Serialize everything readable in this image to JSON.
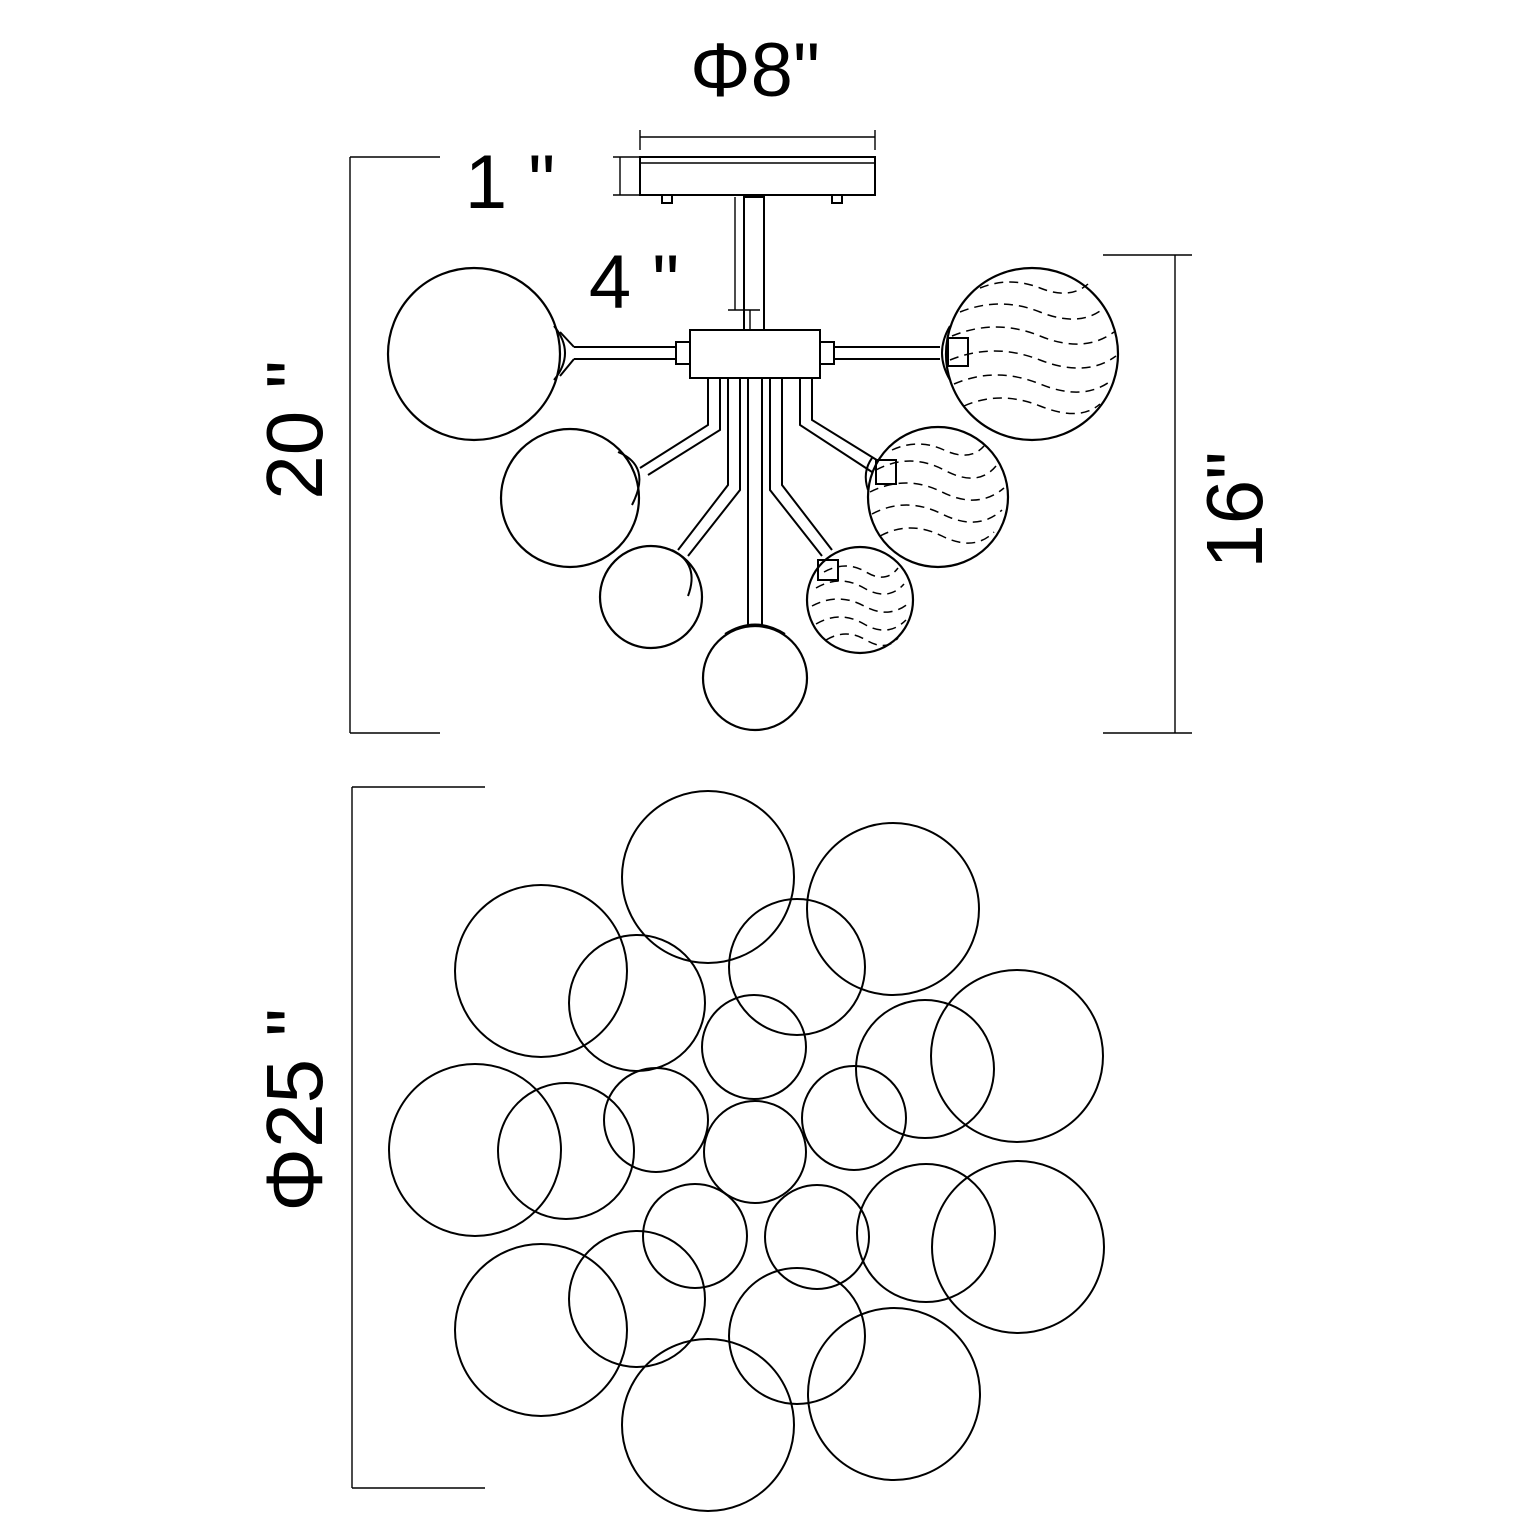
{
  "dimensions": {
    "canopy_diameter": "Φ8\"",
    "canopy_height": "1 \"",
    "stem_length": "4 \"",
    "overall_height": "20 \"",
    "fixture_height": "16\"",
    "overall_diameter": "Φ25 \""
  },
  "colors": {
    "line": "#000000",
    "background": "#ffffff"
  }
}
